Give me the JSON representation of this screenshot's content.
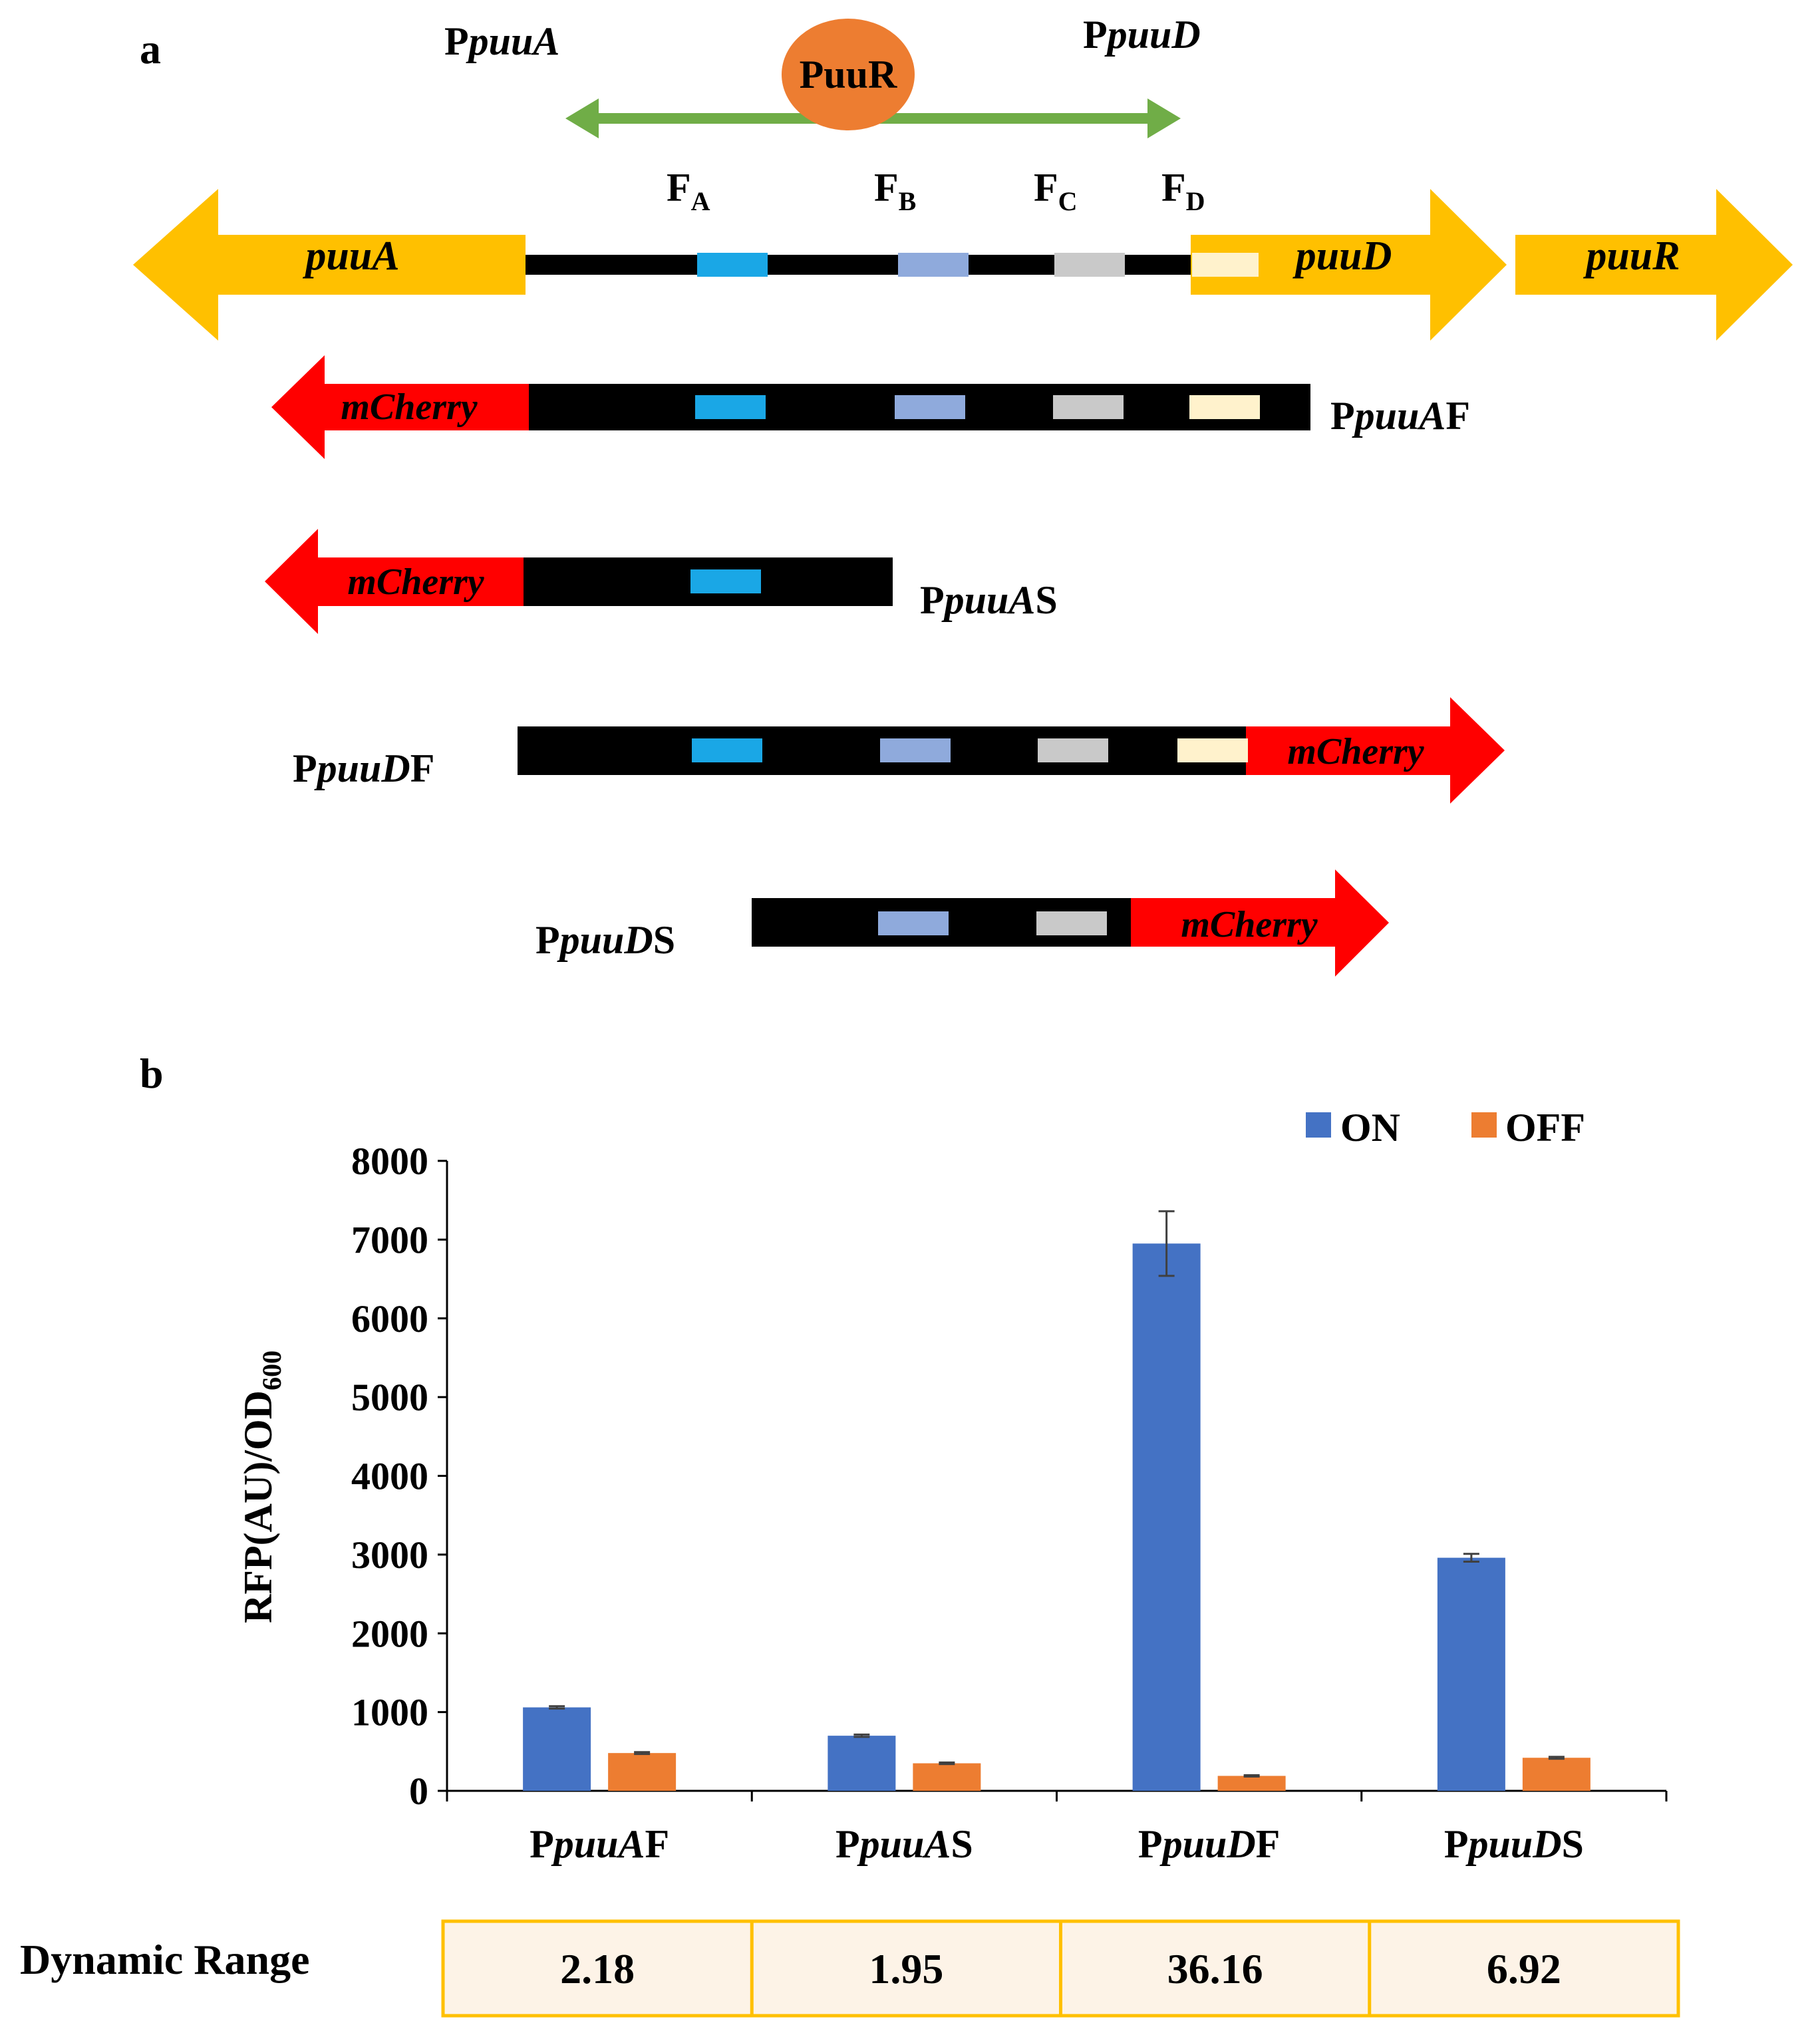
{
  "panel_a": {
    "label": "a",
    "promoter_left": {
      "p": "P",
      "name": "puuA"
    },
    "promoter_right": {
      "p": "P",
      "name": "puuD"
    },
    "regulator": "PuuR",
    "sites": [
      {
        "main": "F",
        "sub": "A",
        "color": "#1aa7e6"
      },
      {
        "main": "F",
        "sub": "B",
        "color": "#8faadc"
      },
      {
        "main": "F",
        "sub": "C",
        "color": "#c9c9c9"
      },
      {
        "main": "F",
        "sub": "D",
        "color": "#fff2cc"
      }
    ],
    "genes": [
      "puuA",
      "puuD",
      "puuR"
    ],
    "reporter": "mCherry",
    "constructs": [
      {
        "p": "P",
        "name": "puuA",
        "suffix": "F"
      },
      {
        "p": "P",
        "name": "puuA",
        "suffix": "S"
      },
      {
        "p": "P",
        "name": "puuD",
        "suffix": "F"
      },
      {
        "p": "P",
        "name": "puuD",
        "suffix": "S"
      }
    ],
    "colors": {
      "gene": "#ffc000",
      "reporter": "#ff0000",
      "regulator": "#ed7d31",
      "regulator_arrow": "#70ad47",
      "dna": "#000000"
    }
  },
  "panel_b": {
    "label": "b",
    "dynamic_range_label": "Dynamic Range",
    "dynamic_range": [
      "2.18",
      "1.95",
      "36.16",
      "6.92"
    ],
    "table_border": "#ffc000",
    "table_fill": "#fdf3e7"
  },
  "chart_data": {
    "type": "bar",
    "categories": [
      {
        "p": "P",
        "name": "puuA",
        "suffix": "F"
      },
      {
        "p": "P",
        "name": "puuA",
        "suffix": "S"
      },
      {
        "p": "P",
        "name": "puuD",
        "suffix": "F"
      },
      {
        "p": "P",
        "name": "puuD",
        "suffix": "S"
      }
    ],
    "series": [
      {
        "name": "ON",
        "color": "#4472c4",
        "values": [
          1060,
          700,
          6950,
          2960
        ],
        "errors": [
          15,
          15,
          410,
          50
        ]
      },
      {
        "name": "OFF",
        "color": "#ed7d31",
        "values": [
          480,
          350,
          190,
          420
        ],
        "errors": [
          12,
          10,
          8,
          12
        ]
      }
    ],
    "ylabel": {
      "main": "RFP(AU)/OD",
      "sub": "600"
    },
    "ylim": [
      0,
      8000
    ],
    "yticks": [
      0,
      1000,
      2000,
      3000,
      4000,
      5000,
      6000,
      7000,
      8000
    ],
    "legend": "top-right",
    "grid": false
  }
}
